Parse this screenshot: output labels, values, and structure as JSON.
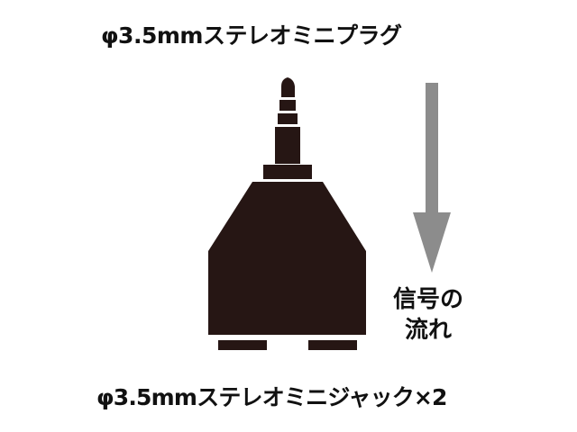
{
  "plug_label": "φ3.5mmステレオミニプラグ",
  "jack_label": "φ3.5mmステレオミニジャック×2",
  "signal_flow": {
    "line1": "信号の",
    "line2": "流れ"
  },
  "colors": {
    "body": "#261614",
    "arrow": "#8c8c8c",
    "text": "#111111",
    "background": "#ffffff"
  }
}
